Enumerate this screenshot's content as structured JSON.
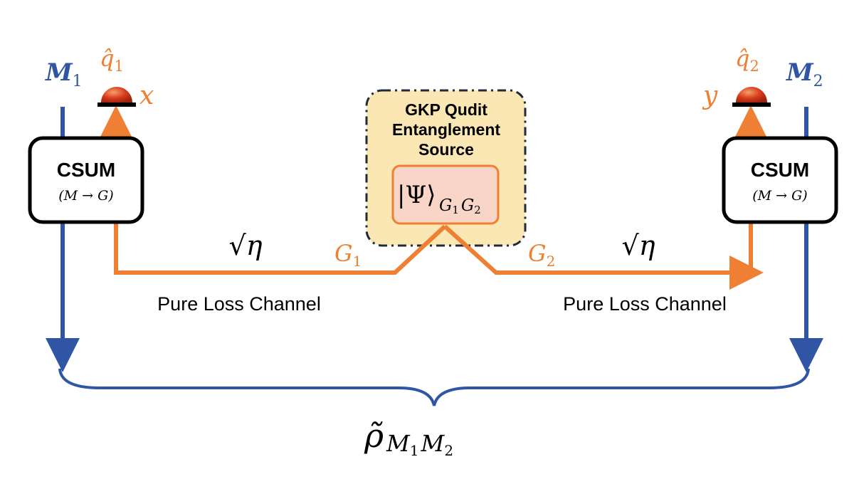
{
  "source": {
    "title_lines": [
      "GKP Qudit",
      "Entanglement",
      "Source"
    ],
    "state_symbol": "|Ψ⟩",
    "state_sub_1": "G",
    "state_sub_1_idx": "1",
    "state_sub_2": "G",
    "state_sub_2_idx": "2"
  },
  "left": {
    "memory_label": "M",
    "memory_idx": "1",
    "csum_title": "CSUM",
    "csum_sub": "(M → G)",
    "detector_q": "q̂",
    "detector_q_idx": "1",
    "outcome": "x",
    "mode_label": "G",
    "mode_idx": "1",
    "transmissivity": "√η",
    "channel_label": "Pure Loss Channel"
  },
  "right": {
    "memory_label": "M",
    "memory_idx": "2",
    "csum_title": "CSUM",
    "csum_sub": "(M → G)",
    "detector_q": "q̂",
    "detector_q_idx": "2",
    "outcome": "y",
    "mode_label": "G",
    "mode_idx": "2",
    "transmissivity": "√η",
    "channel_label": "Pure Loss Channel"
  },
  "output": {
    "rho": "ρ̃",
    "sub_1": "M",
    "sub_1_idx": "1",
    "sub_2": "M",
    "sub_2_idx": "2"
  },
  "colors": {
    "orange": "#EE7F33",
    "blue": "#2F55A4",
    "source_fill": "#FBE7B4",
    "state_fill": "#F9D5C8",
    "detector_red": "#D93A1C",
    "black": "#000000"
  }
}
